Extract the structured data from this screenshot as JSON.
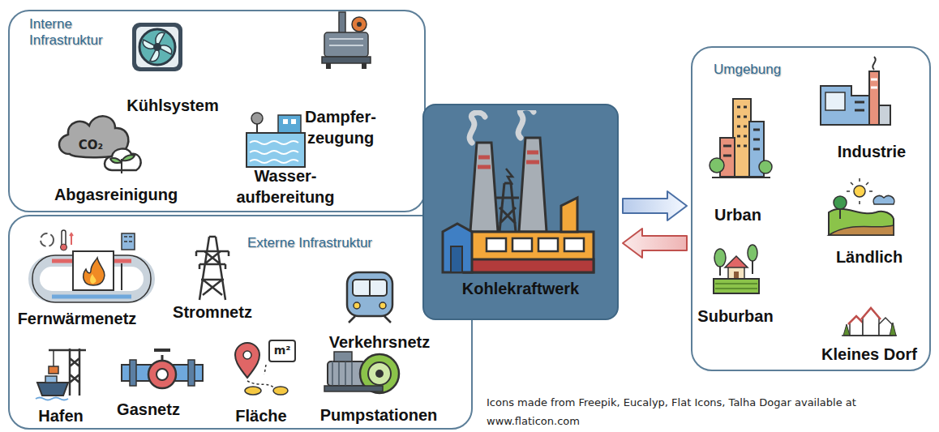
{
  "diagram": {
    "nodes": [
      {
        "text": [
          "Interne Infrastruktur"
        ]
      },
      {
        "text": [
          "Kühlsystem"
        ],
        "in": 0
      },
      {
        "text": [
          "Dampfer- zeugung"
        ],
        "in": 0
      },
      {
        "text": [
          "Abgasreinigung"
        ],
        "in": 0
      },
      {
        "text": [
          "Wasser- aufbereitung"
        ],
        "in": 0
      },
      {
        "text": [
          "Externe Infrastruktur"
        ]
      },
      {
        "text": [
          "Fernwärmenetz"
        ],
        "in": 5
      },
      {
        "text": [
          "Stromnetz"
        ],
        "in": 5
      },
      {
        "text": [
          "Verkehrsnetz"
        ],
        "in": 5
      },
      {
        "text": [
          "Hafen"
        ],
        "in": 5
      },
      {
        "text": [
          "Gasnetz"
        ],
        "in": 5
      },
      {
        "text": [
          "Fläche"
        ],
        "in": 5
      },
      {
        "text": [
          "Pumpstationen"
        ],
        "in": 5
      },
      {
        "text": [
          "Kohlekraftwerk"
        ]
      },
      {
        "text": [
          "Umgebung"
        ]
      },
      {
        "text": [
          "Urban"
        ],
        "in": 14
      },
      {
        "text": [
          "Industrie"
        ],
        "in": 14
      },
      {
        "text": [
          "Ländlich"
        ],
        "in": 14
      },
      {
        "text": [
          "Suburban"
        ],
        "in": 14
      },
      {
        "text": [
          "Kleines Dorf"
        ],
        "in": 14
      }
    ],
    "edges": [
      {
        "from": 13,
        "to": 14,
        "arrow": "to"
      },
      {
        "from": 14,
        "to": 13,
        "arrow": "to"
      }
    ],
    "labels": [
      "CO₂",
      "m²",
      "Icons made from Freepik, Eucalyp, Flat Icons, Talha Dogar available at www.flaticon.com"
    ]
  }
}
